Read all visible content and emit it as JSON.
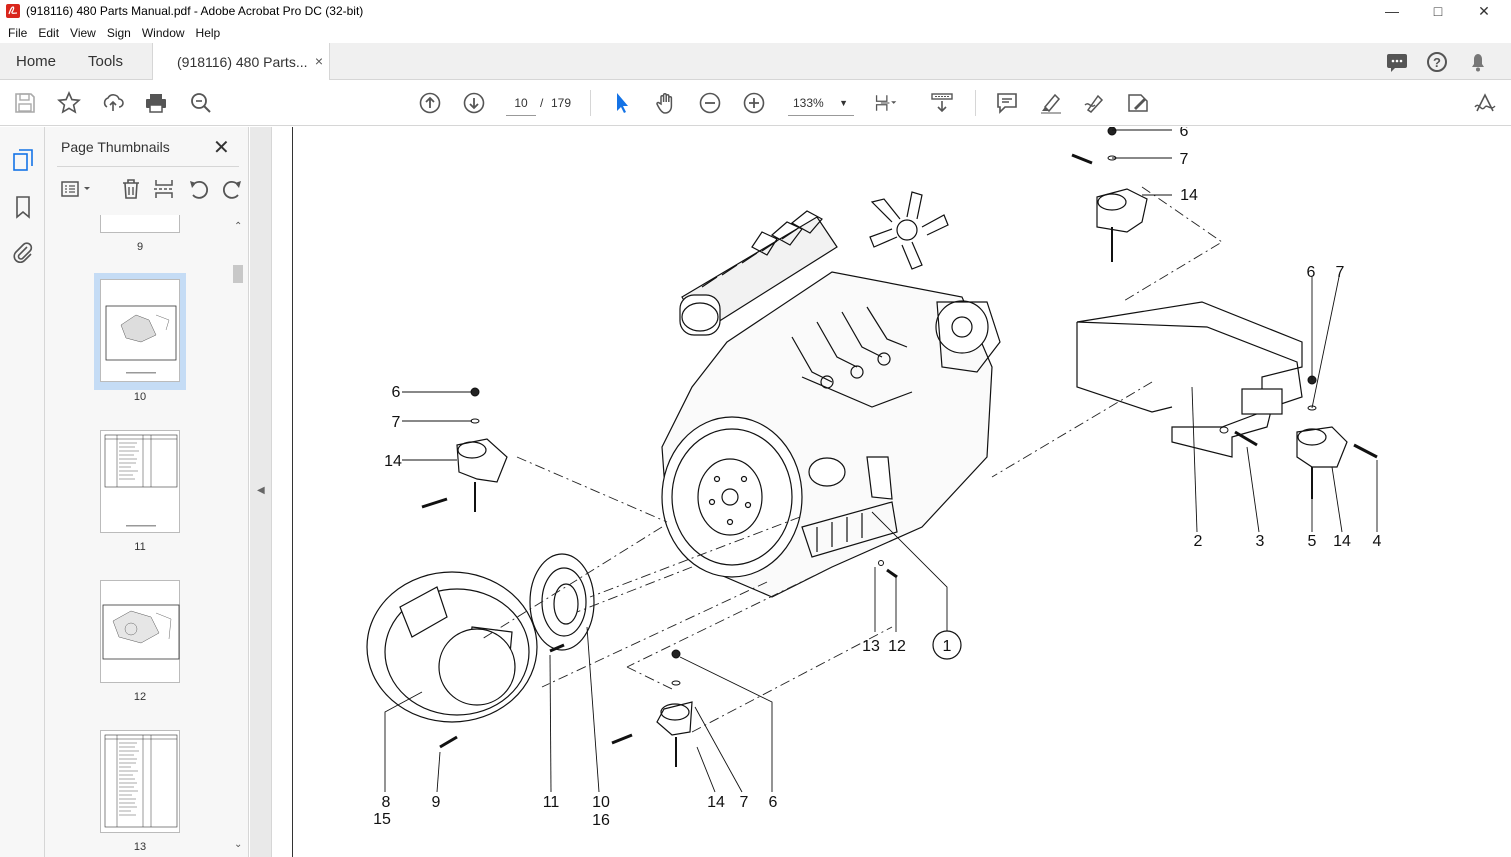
{
  "window": {
    "title": "(918116) 480 Parts Manual.pdf - Adobe Acrobat Pro DC (32-bit)"
  },
  "menu": [
    "File",
    "Edit",
    "View",
    "Sign",
    "Window",
    "Help"
  ],
  "tabs": {
    "home": "Home",
    "tools": "Tools",
    "document": "(918116) 480 Parts...",
    "close": "×"
  },
  "toolbar": {
    "current_page": "10",
    "separator": "/",
    "total_pages": "179",
    "zoom": "133%"
  },
  "thumbnails_panel": {
    "title": "Page Thumbnails",
    "close": "✕",
    "pages": [
      {
        "label": "9"
      },
      {
        "label": "10",
        "selected": true
      },
      {
        "label": "11"
      },
      {
        "label": "12"
      },
      {
        "label": "13"
      }
    ]
  },
  "diagram": {
    "callouts": {
      "c1": "1",
      "c2": "2",
      "c3": "3",
      "c4": "4",
      "c5": "5",
      "c6a": "6",
      "c6b": "6",
      "c6c": "6",
      "c6d": "6",
      "c7a": "7",
      "c7b": "7",
      "c7c": "7",
      "c7d": "7",
      "c8": "8",
      "c9a": "9",
      "c9b": "9",
      "c10": "10",
      "c11": "11",
      "c12": "12",
      "c13": "13",
      "c14a": "14",
      "c14b": "14",
      "c14c": "14",
      "c14d": "14",
      "c15": "15",
      "c16": "16"
    }
  },
  "colors": {
    "accent_red": "#d9261c",
    "select_blue": "#1473e6",
    "chrome": "#f0f0f0"
  }
}
